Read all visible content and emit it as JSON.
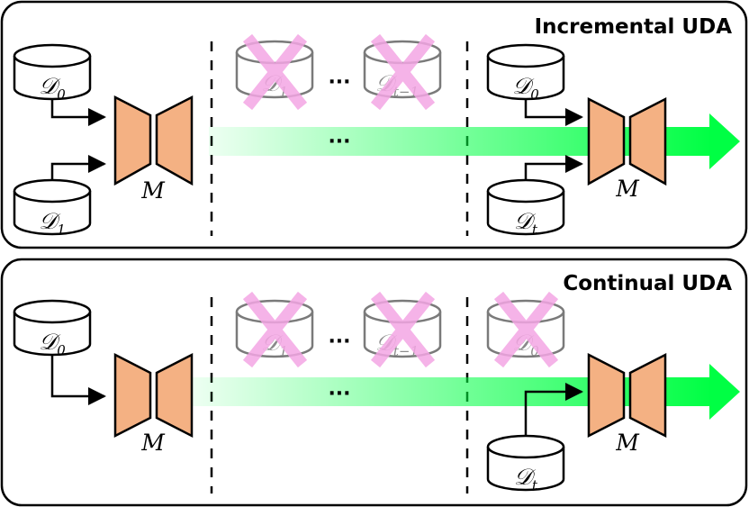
{
  "panels": [
    {
      "title": "Incremental UDA",
      "model_label": "M",
      "left_datasets": [
        {
          "base": "𝒟",
          "sub": "0"
        },
        {
          "base": "𝒟",
          "sub": "1"
        }
      ],
      "removed_datasets": [
        {
          "base": "𝒟",
          "sub": "1"
        },
        {
          "base": "𝒟",
          "sub": "t−1"
        }
      ],
      "right_datasets": [
        {
          "base": "𝒟",
          "sub": "0"
        },
        {
          "base": "𝒟",
          "sub": "t"
        }
      ],
      "ellipsis_between": "···",
      "ellipsis_arrow": "···"
    },
    {
      "title": "Continual UDA",
      "model_label": "M",
      "left_datasets": [
        {
          "base": "𝒟",
          "sub": "0"
        }
      ],
      "removed_datasets": [
        {
          "base": "𝒟",
          "sub": "1"
        },
        {
          "base": "𝒟",
          "sub": "t−1"
        },
        {
          "base": "𝒟",
          "sub": "0"
        }
      ],
      "right_datasets": [
        {
          "base": "𝒟",
          "sub": "t"
        }
      ],
      "ellipsis_between": "···",
      "ellipsis_arrow": "···"
    }
  ],
  "colors": {
    "model_fill": "#f4b183",
    "arrow_green": "#00ff44",
    "cross_pink": "#f4a6e4"
  }
}
